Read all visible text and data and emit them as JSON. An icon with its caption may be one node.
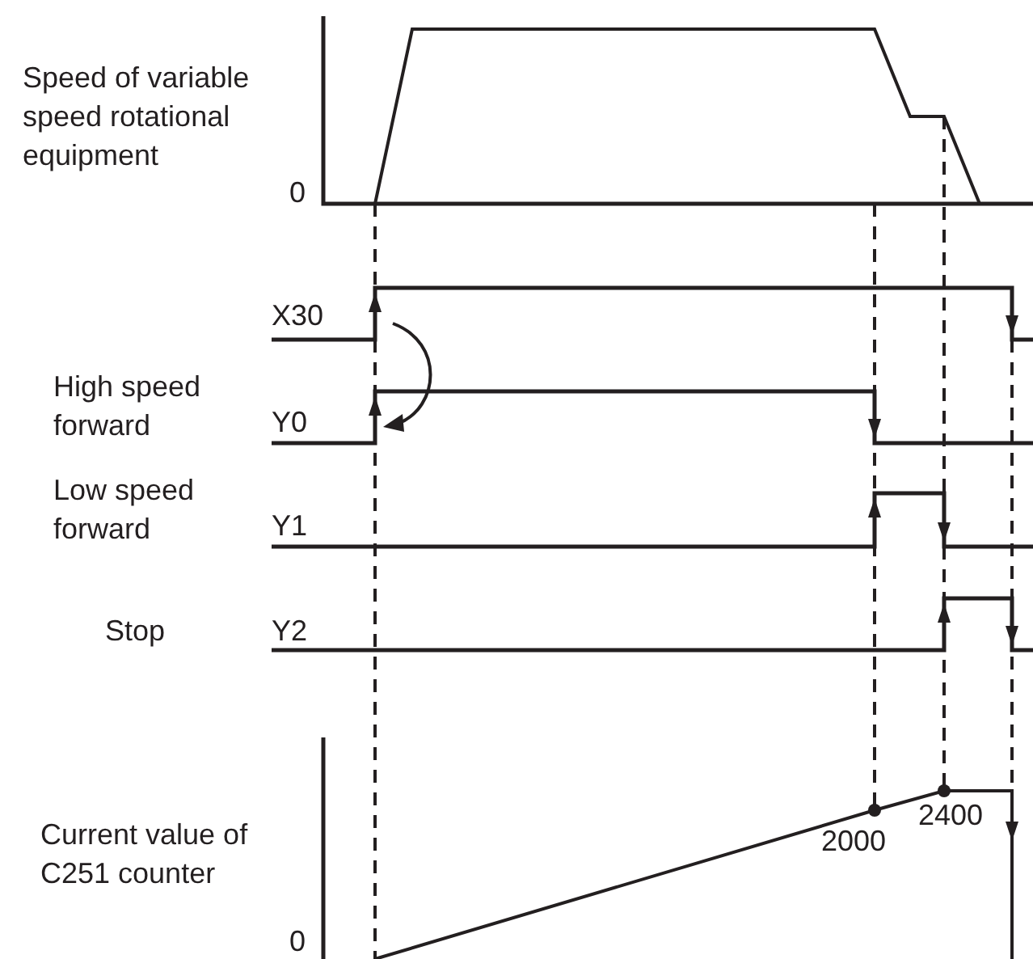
{
  "diagram": {
    "labels": [
      "Speed of variable speed rotational equipment",
      "0",
      "X30",
      "High speed forward",
      "Y0",
      "Low speed forward",
      "Y1",
      "Stop",
      "Y2",
      "Current value of C251 counter",
      "2000",
      "2400",
      "0"
    ]
  }
}
